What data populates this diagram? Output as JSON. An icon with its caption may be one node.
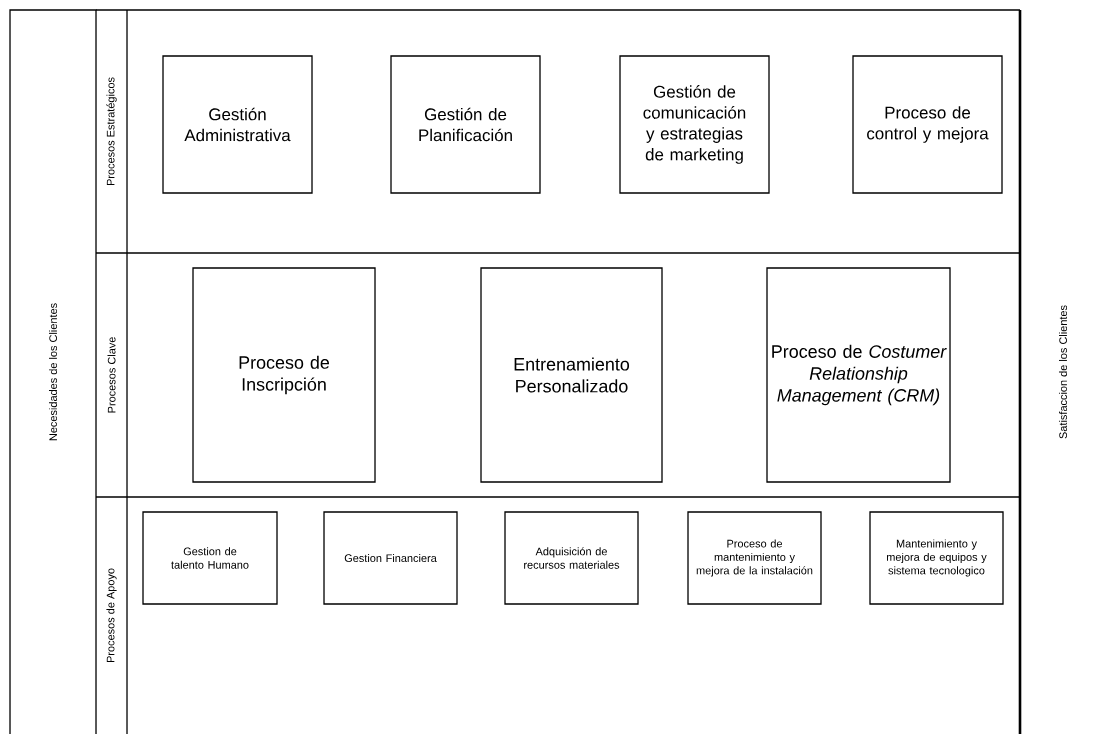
{
  "diagram": {
    "nodes": [
      {
        "text": [
          "Necesidades de los Clientes"
        ]
      },
      {
        "text": [
          "Procesos Estratégicos"
        ]
      },
      {
        "text": [
          "Gestión Administrativa"
        ],
        "in": 1
      },
      {
        "text": [
          "Gestión de Planificación"
        ],
        "in": 1
      },
      {
        "text": [
          "Gestión de comunicación y estrategias de marketing"
        ],
        "in": 1
      },
      {
        "text": [
          "Proceso de control y mejora"
        ],
        "in": 1
      },
      {
        "text": [
          "Procesos Clave"
        ]
      },
      {
        "text": [
          "Proceso de Inscripción"
        ],
        "in": 6
      },
      {
        "text": [
          "Entrenamiento Personalizado"
        ],
        "in": 6
      },
      {
        "text": [
          "Proceso de *Costumer Relationship Management (CRM)*"
        ],
        "in": 6
      },
      {
        "text": [
          "Procesos de Apoyo"
        ]
      },
      {
        "text": [
          "Gestion de talento Humano"
        ],
        "in": 10
      },
      {
        "text": [
          "Gestion Financiera"
        ],
        "in": 10
      },
      {
        "text": [
          "Adquisición de recursos materiales"
        ],
        "in": 10
      },
      {
        "text": [
          "Proceso de mantenimiento y mejora de la instalación"
        ],
        "in": 10
      },
      {
        "text": [
          "Mantenimiento y mejora de equipos y sistema tecnologico"
        ],
        "in": 10
      },
      {
        "text": [
          "Satisfaccion de los Clientes"
        ]
      }
    ]
  }
}
